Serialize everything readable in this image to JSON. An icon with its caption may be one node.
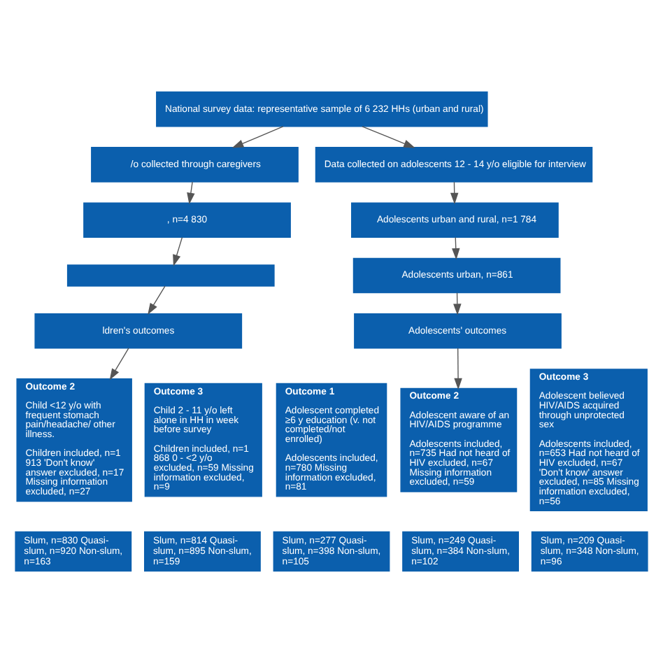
{
  "diagram": {
    "nodes": [
      {
        "text": [
          "National survey data: representative sample of 6 232 HHs (urban and rural)"
        ]
      },
      {
        "text": [
          "/o collected through caregivers"
        ]
      },
      {
        "text": [
          ", n=4 830"
        ]
      },
      {
        "text": [],
        "shape": "box"
      },
      {
        "text": [
          "ldren's outcomes"
        ]
      },
      {
        "text": [
          "Outcome 2",
          "Child <12 y/o with frequent stomach pain/headache/ other illness.",
          "Children included, n=1 913 'Don't know' answer excluded, n=17 Missing information excluded, n=27"
        ]
      },
      {
        "text": [
          "Outcome 3",
          "Child 2 - 11 y/o left alone in HH in week before survey",
          "Children included, n=1 868 0 - <2 y/o excluded, n=59 Missing information excluded, n=9"
        ]
      },
      {
        "text": [
          "Data collected on adolescents 12 - 14 y/o eligible for interview"
        ]
      },
      {
        "text": [
          "Adolescents urban and rural, n=1 784"
        ]
      },
      {
        "text": [
          "Adolescents urban, n=861"
        ]
      },
      {
        "text": [
          "Adolescents' outcomes"
        ]
      },
      {
        "text": [
          "Outcome 1",
          "Adolescent completed ≥6 y education (v. not completed/not enrolled)",
          "Adolescents included, n=780 Missing information excluded, n=81"
        ]
      },
      {
        "text": [
          "Outcome 2",
          "Adolescent aware of an HIV/AIDS programme",
          "Adolescents included, n=735 Had not heard of HIV excluded, n=67 Missing information excluded, n=59"
        ]
      },
      {
        "text": [
          "Outcome 3",
          "Adolescent believed HIV/AIDS acquired through unprotected sex",
          "Adolescents included, n=653 Had not heard of HIV excluded, n=67 'Don't know' answer excluded, n=85 Missing information excluded, n=56"
        ]
      },
      {
        "text": [
          "Slum, n=830 Quasi-slum, n=920 Non-slum, n=163"
        ]
      },
      {
        "text": [
          "Slum, n=814 Quasi-slum, n=895 Non-slum, n=159"
        ]
      },
      {
        "text": [
          "Slum, n=277 Quasi-slum, n=398 Non-slum, n=105"
        ]
      },
      {
        "text": [
          "Slum, n=249 Quasi-slum, n=384 Non-slum, n=102"
        ]
      },
      {
        "text": [
          "Slum, n=209 Quasi-slum, n=348 Non-slum, n=96"
        ]
      }
    ],
    "edges": [
      {
        "from": 0,
        "to": 1,
        "arrow": "to"
      },
      {
        "from": 1,
        "to": 2,
        "arrow": "to"
      },
      {
        "from": 2,
        "to": 3,
        "arrow": "to"
      },
      {
        "from": 3,
        "to": 4,
        "arrow": "to"
      },
      {
        "from": 4,
        "to": 5,
        "arrow": "to"
      },
      {
        "from": 0,
        "to": 7,
        "arrow": "to"
      },
      {
        "from": 7,
        "to": 8,
        "arrow": "to"
      },
      {
        "from": 8,
        "to": 9,
        "arrow": "to"
      },
      {
        "from": 9,
        "to": 10,
        "arrow": "to"
      },
      {
        "from": 10,
        "to": 12,
        "arrow": "to"
      }
    ]
  }
}
